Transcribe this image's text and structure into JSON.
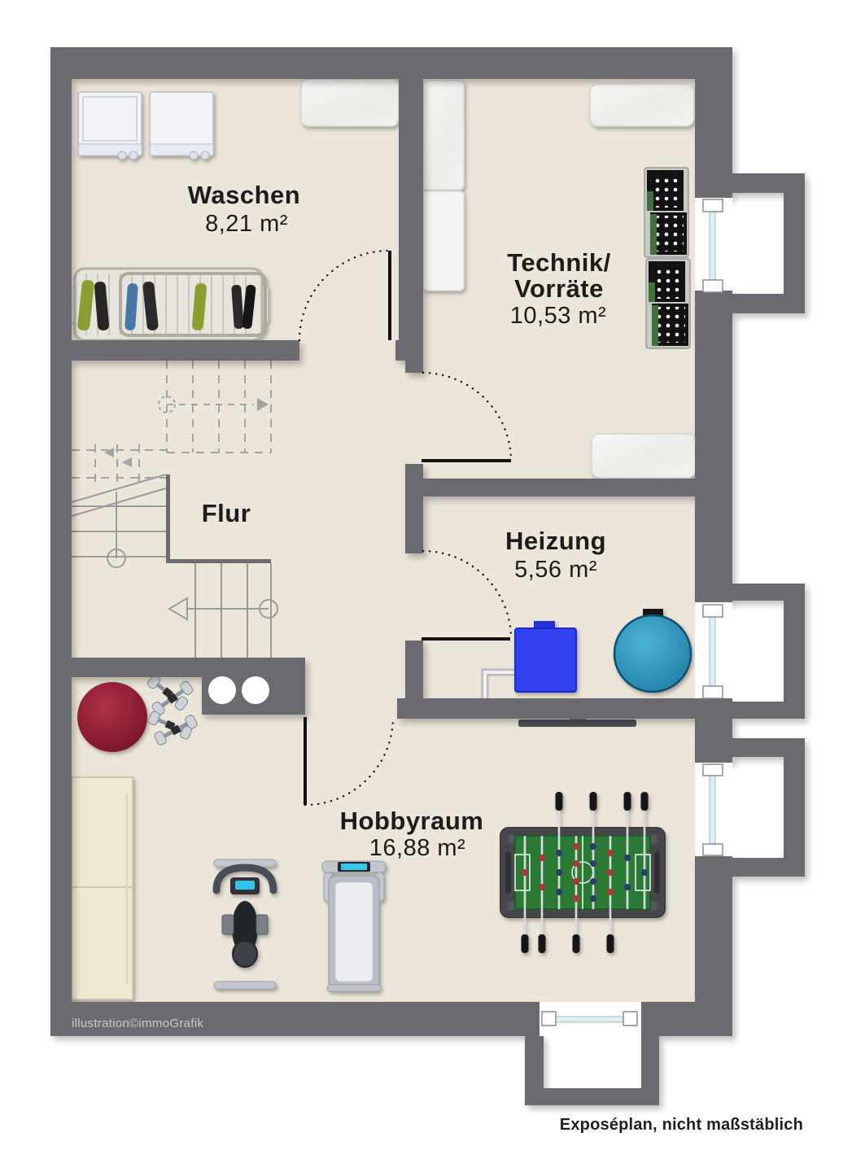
{
  "document": {
    "type": "basement floor plan (Exposéplan)",
    "credit": "illustration©immoGrafik",
    "disclaimer": "Exposéplan, nicht maßstäblich"
  },
  "rooms": {
    "waschen": {
      "name": "Waschen",
      "area": "8,21 m²"
    },
    "technik": {
      "name_line1": "Technik/",
      "name_line2": "Vorräte",
      "area": "10,53 m²"
    },
    "flur": {
      "name": "Flur"
    },
    "heizung": {
      "name": "Heizung",
      "area": "5,56 m²"
    },
    "hobbyraum": {
      "name": "Hobbyraum",
      "area": "16,88 m²"
    }
  },
  "colors": {
    "wall": "#6b6b70",
    "floor": "#ece5d9",
    "outside": "#ffffff",
    "window_glass": "#ddeef4",
    "furnace_blue": "#3342f0",
    "tank_teal": "#2f93bd",
    "gym_ball_red": "#8e1b30",
    "foosball_field_green": "#2c7a35",
    "stair_line": "#9b9b9e",
    "door_line": "#141414"
  }
}
